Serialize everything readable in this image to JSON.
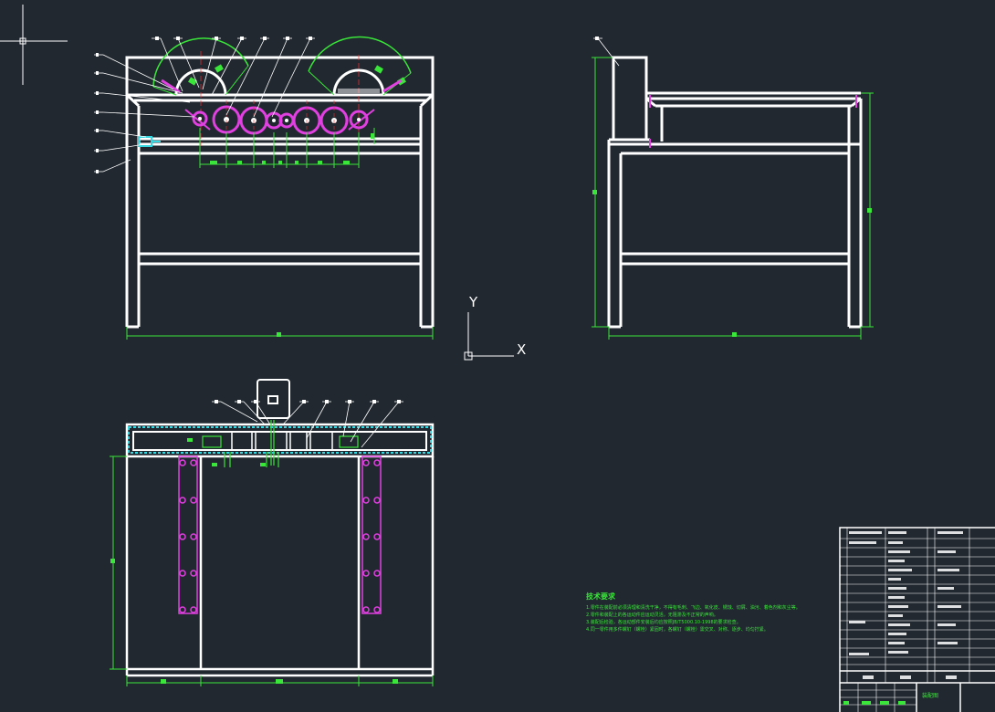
{
  "colors": {
    "background": "#212830",
    "outline": "#ffffff",
    "dimension": "#39e639",
    "part": "#e040e0",
    "center_line": "#ff3030",
    "hatch": "#36d7e0"
  },
  "axis_icon": {
    "y_label": "Y",
    "x_label": "X"
  },
  "tech_requirements": {
    "title": "技术要求",
    "lines": [
      "1.零件在装配前必须清理和清洗干净，不得有毛刺、飞边、氧化皮、锈蚀、切屑、油污、着色剂和灰尘等。",
      "2.零件和装配上的各运动件应运动灵活，无阻滞及不正常的声响。",
      "3.装配后检验，各运动部件安装后均应按照JB/T5000.10-1998的要求检查。",
      "4.同一零件用多件螺钉（螺栓）紧固时，各螺钉（螺栓）需交叉、对称、逐步、均匀拧紧。"
    ]
  },
  "title_block": {
    "drawing_title": "装配图"
  },
  "icons": [
    "crosshair-cursor-icon",
    "ucs-axis-icon",
    "motor-icon"
  ]
}
